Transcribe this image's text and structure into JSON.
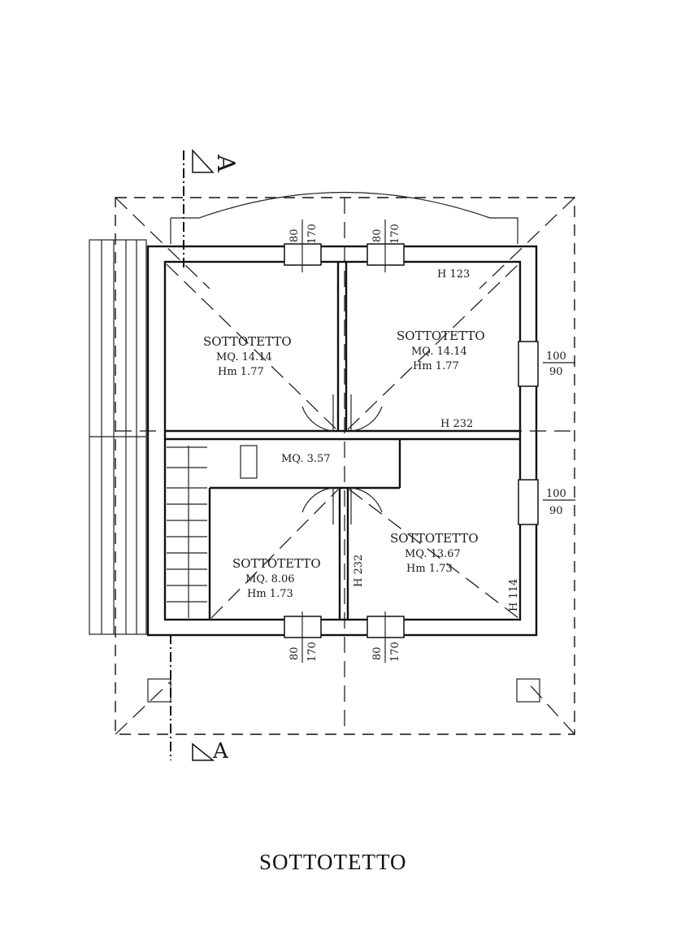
{
  "plan_title": "SOTTOTETTO",
  "rooms": [
    {
      "name": "SOTTOTETTO",
      "area": "MQ. 14.14",
      "height": "Hm 1.77"
    },
    {
      "name": "SOTTOTETTO",
      "area": "MQ. 14.14",
      "height": "Hm 1.77"
    },
    {
      "name": "SOTTOTETTO",
      "area": "MQ. 8.06",
      "height": "Hm 1.73"
    },
    {
      "name": "SOTTOTETTO",
      "area": "MQ. 13.67",
      "height": "Hm 1.73"
    }
  ],
  "landing": {
    "area": "MQ. 3.57"
  },
  "heights": {
    "top_right": "H 123",
    "mid_right": "H 232",
    "center_vertical": "H 232",
    "right_vertical": "H 114"
  },
  "windows": {
    "top_left": {
      "width": "80",
      "height": "170"
    },
    "top_right": {
      "width": "80",
      "height": "170"
    },
    "bottom_left": {
      "width": "80",
      "height": "170"
    },
    "bottom_right": {
      "width": "80",
      "height": "170"
    },
    "right_upper": {
      "width": "100",
      "height": "90"
    },
    "right_lower": {
      "width": "100",
      "height": "90"
    }
  },
  "section_marker": "A"
}
